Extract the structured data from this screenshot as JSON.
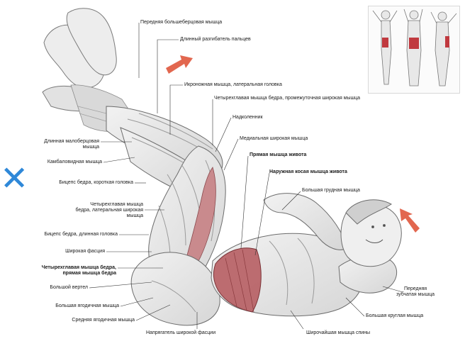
{
  "labels": {
    "tibialis_anterior": "Передняя большеберцовая мышца",
    "extensor_digitorum_longus": "Длинный разгибатель пальцев",
    "gastrocnemius_lateral": "Икроножная мышца, латеральная головка",
    "vastus_intermedius": "Четырехглавая мышца бедра, промежуточная широкая мышца",
    "patella": "Надколенник",
    "vastus_medialis": "Медиальная широкая мышца",
    "rectus_abdominis": "Прямая мышца живота",
    "external_oblique": "Наружная косая мышца живота",
    "pectoralis_major": "Большая грудная мышца",
    "peroneus_longus": "Длинная малоберцовая мышца",
    "soleus": "Камбаловидная мышца",
    "biceps_femoris_short": "Бицепс бедра, короткая головка",
    "vastus_lateralis": "Четырехглавая мышца бедра, латеральная широкая мышца",
    "biceps_femoris_long": "Бицепс бедра, длинная головка",
    "fascia_lata": "Широкая фасция",
    "rectus_femoris": "Четырехглавая мышца бедра, прямая мышца бедра",
    "greater_trochanter": "Большой вертел",
    "gluteus_maximus": "Большая ягодичная мышца",
    "gluteus_medius": "Средняя ягодичная мышца",
    "tensor_fasciae_latae": "Напрягатель широкой фасции",
    "latissimus_dorsi": "Широчайшая мышца спины",
    "teres_major": "Большая круглая мышца",
    "serratus_anterior": "Передняя зубчатая мышца"
  },
  "colors": {
    "arrow": "#e2674f",
    "muscle_highlight": "#b4565b",
    "accent_x": "#2f88d8",
    "line": "#333333"
  },
  "icons": {
    "motion_arrow_top": "arrow-icon",
    "motion_arrow_right": "arrow-icon",
    "side_mark": "x-icon"
  }
}
